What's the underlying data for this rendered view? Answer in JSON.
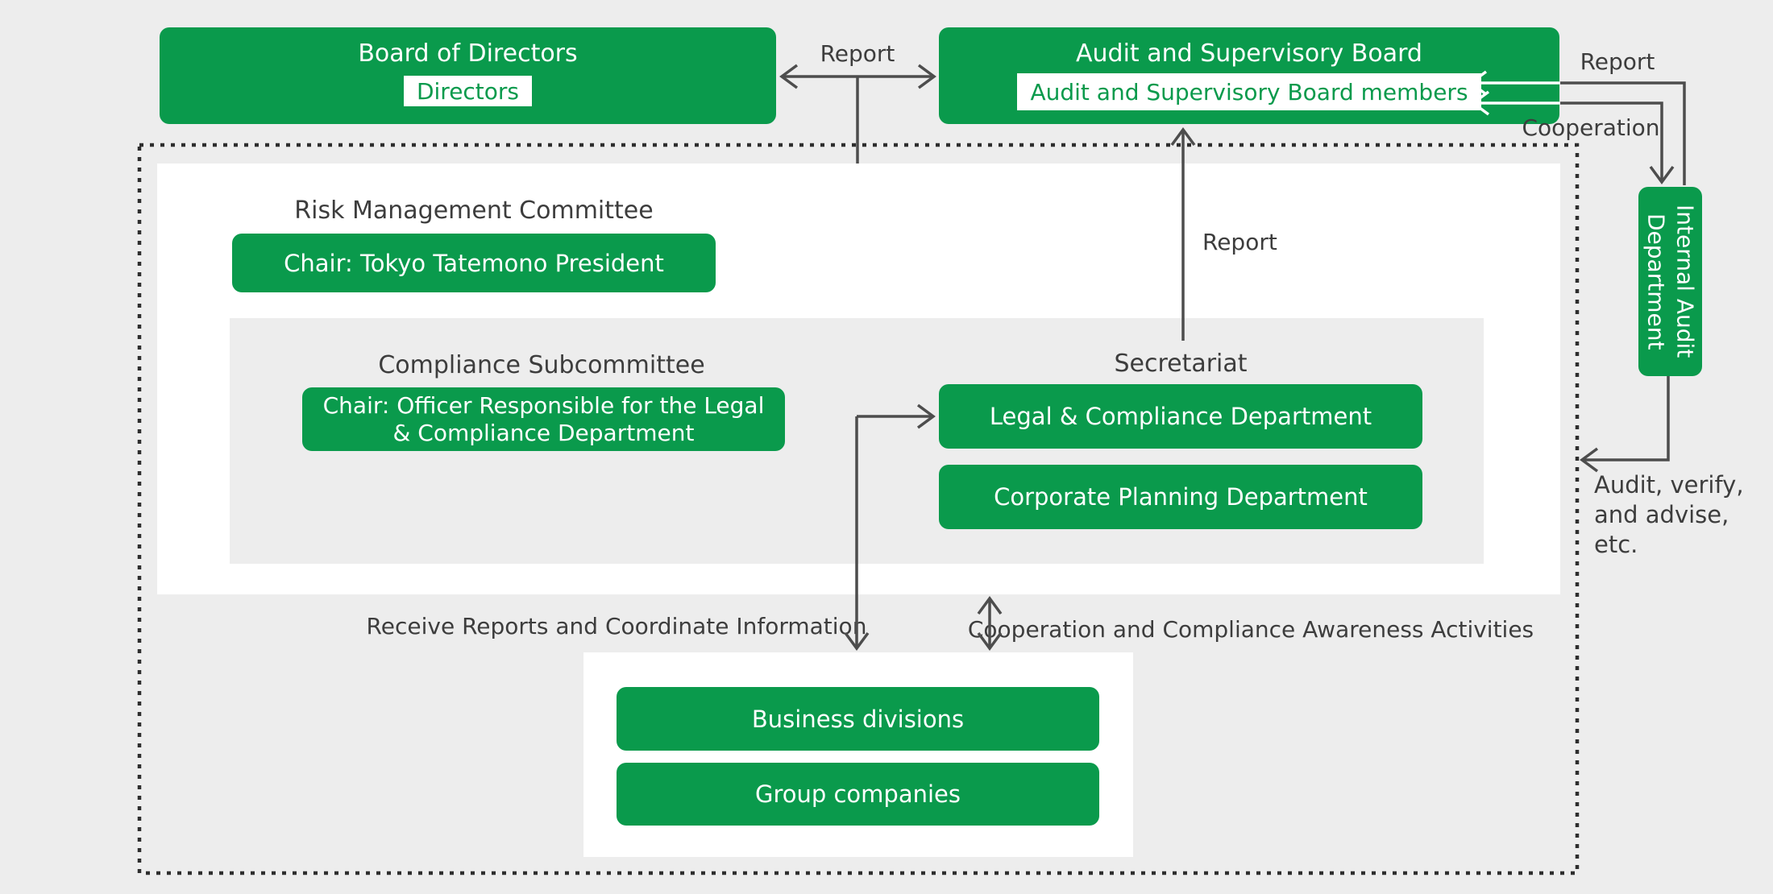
{
  "colors": {
    "green": "#0a9a4c",
    "line_gray": "#4d4d4d",
    "text_gray": "#3d3d3d",
    "background": "#ededed",
    "panel_white": "#ffffff",
    "dashed_border": "#2e2e2e"
  },
  "top_row": {
    "report_label": "Report",
    "board_of_directors": {
      "title": "Board of Directors",
      "badge": "Directors"
    },
    "audit_board": {
      "title": "Audit and Supervisory Board",
      "badge": "Audit and Supervisory Board members"
    }
  },
  "risk_committee": {
    "title": "Risk Management Committee",
    "chair": "Chair: Tokyo Tatemono President"
  },
  "compliance_subcommittee": {
    "title": "Compliance Subcommittee",
    "chair": "Chair: Officer Responsible for the Legal & Compliance Department"
  },
  "secretariat": {
    "title": "Secretariat",
    "report_label": "Report",
    "departments": [
      "Legal & Compliance Department",
      "Corporate Planning Department"
    ]
  },
  "internal_audit": {
    "lines": [
      "Internal Audit",
      "Department"
    ],
    "report_label": "Report",
    "cooperation_label": "Cooperation",
    "note_lines": [
      "Audit, verify,",
      "and advise,",
      "etc."
    ]
  },
  "bottom": {
    "receive_label": "Receive Reports and Coordinate Information",
    "cooperation_label": "Cooperation and Compliance Awareness Activities",
    "units": [
      "Business divisions",
      "Group companies"
    ]
  }
}
